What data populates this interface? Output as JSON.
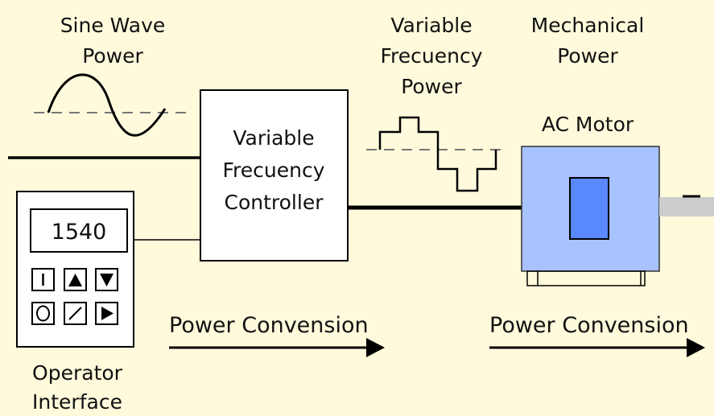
{
  "labels": {
    "sine_wave_power": [
      "Sine Wave",
      "Power"
    ],
    "variable_frequency_power": [
      "Variable",
      "Frecuency",
      "Power"
    ],
    "mechanical_power": [
      "Mechanical",
      "Power"
    ],
    "ac_motor": "AC Motor",
    "controller": [
      "Variable",
      "Frecuency",
      "Controller"
    ],
    "operator_interface": [
      "Operator",
      "Interface"
    ],
    "power_conversion_left": "Power  Convension",
    "power_conversion_right": "Power  Convension"
  },
  "operator_panel": {
    "display_value": "1540",
    "buttons": [
      {
        "name": "start-button-icon",
        "glyph": "bar"
      },
      {
        "name": "up-button-icon",
        "glyph": "triangle-up"
      },
      {
        "name": "down-button-icon",
        "glyph": "triangle-down"
      },
      {
        "name": "stop-button-icon",
        "glyph": "circle"
      },
      {
        "name": "slash-button-icon",
        "glyph": "slash"
      },
      {
        "name": "run-button-icon",
        "glyph": "triangle-right"
      }
    ]
  },
  "colors": {
    "background": "#fffadc",
    "motor_body": "#a8c2ff",
    "motor_rotor": "#5a88ff",
    "shaft": "#cccccc",
    "stroke": "#000000",
    "dashed": "#777777"
  }
}
